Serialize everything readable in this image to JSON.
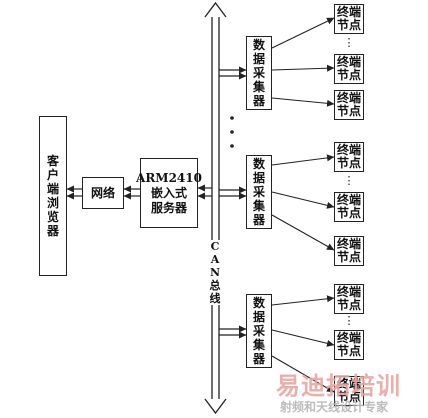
{
  "browser": {
    "label": "客户端浏览器"
  },
  "network": {
    "label": "网络"
  },
  "server": {
    "line1": "ARM2410",
    "line2": "嵌入式",
    "line3": "服务器"
  },
  "bus": {
    "label": "CAN总线"
  },
  "collectors": [
    {
      "label": "数据采集器"
    },
    {
      "label": "数据采集器"
    },
    {
      "label": "数据采集器"
    }
  ],
  "terminal_label": {
    "line1": "终端",
    "line2": "节点"
  },
  "ellipsis": "⋮",
  "watermark": {
    "main": "易迪拓培训",
    "sub": "射频和天线设计专家"
  }
}
